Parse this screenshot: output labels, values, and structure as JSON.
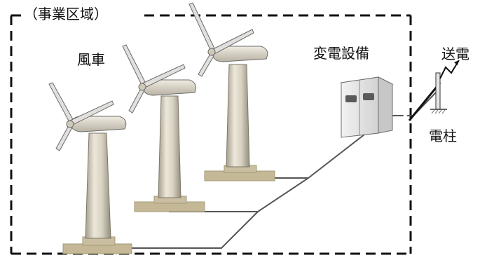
{
  "labels": {
    "business_area": "（事業区域）",
    "wind_turbine": "風車",
    "substation": "変電設備",
    "transmission": "送電",
    "utility_pole": "電柱"
  },
  "colors": {
    "tower": "#dcd6c6",
    "tower_shade": "#a39d8d",
    "base": "#c4b896",
    "blade": "#e2e0dc",
    "outline": "#6c6c6c",
    "cable": "#555555",
    "boundary": "#111111",
    "cabinet": "#e3e3e3",
    "cabinet_side": "#c7c7c7"
  },
  "counts": {
    "wind_turbines": 3
  }
}
